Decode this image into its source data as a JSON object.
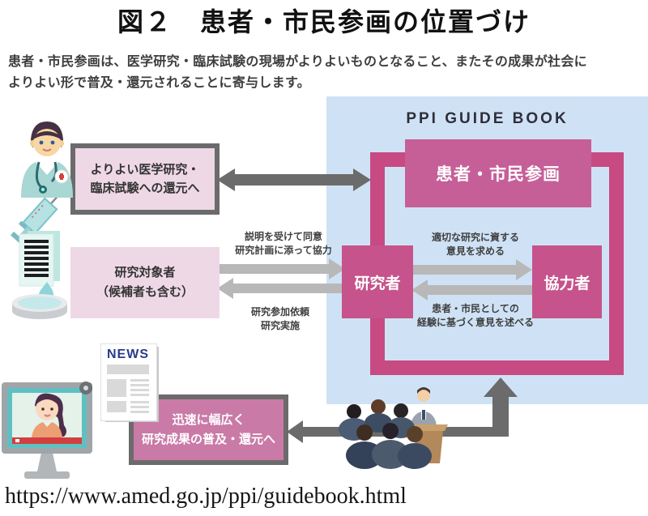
{
  "figure": {
    "title": "図２　患者・市民参画の位置づけ",
    "intro_line1": "患者・市民参画は、医学研究・臨床試験の現場がよりよいものとなること、またその成果が社会に",
    "intro_line2": "よりよい形で普及・還元されることに寄与します。",
    "url": "https://www.amed.go.jp/ppi/guidebook.html"
  },
  "guidebook": {
    "label": "PPI GUIDE BOOK",
    "ppi_box": "患者・市民参画",
    "researcher_box": "研究者",
    "cooperator_box": "協力者",
    "seek_line1": "適切な研究に資する",
    "seek_line2": "意見を求める",
    "state_line1": "患者・市民としての",
    "state_line2": "経験に基づく意見を述べる"
  },
  "left_side": {
    "feedback_line1": "よりよい医学研究・",
    "feedback_line2": "臨床試験への還元へ",
    "subjects_line1": "研究対象者",
    "subjects_line2": "（候補者も含む）",
    "consent_line1": "説明を受けて同意",
    "consent_line2": "研究計画に添って協力",
    "request_line1": "研究参加依頼",
    "request_line2": "研究実施",
    "dissemination_line1": "迅速に幅広く",
    "dissemination_line2": "研究成果の普及・還元へ",
    "news_label": "NEWS"
  },
  "colors": {
    "panel_blue": "#cfe2f5",
    "loop_pink": "#c74a82",
    "box_pink": "#c6538b",
    "light_pink": "#eed8e6",
    "dissemination_pink": "#ca7aa7",
    "dark_gray": "#6b6b6b",
    "light_gray_arrow": "#b8b8b8",
    "news_navy": "#2b3a8c"
  }
}
